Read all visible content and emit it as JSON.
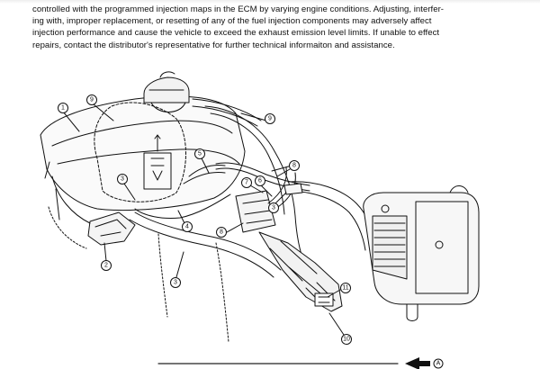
{
  "intro": {
    "lines": [
      "controlled with the programmed injection maps in the ECM by varying engine conditions. Adjusting, interfer-",
      "ing with, improper replacement, or resetting of any of the fuel injection components may adversely affect",
      "injection performance and cause the vehicle to exceed the exhaust emission level limits. If unable to effect",
      "repairs, contact the distributor's representative for further technical informaiton and assistance."
    ]
  },
  "diagram": {
    "callouts": [
      "1",
      "2",
      "3",
      "3",
      "3",
      "4",
      "5",
      "6",
      "7",
      "8",
      "8",
      "9",
      "9",
      "10",
      "11"
    ],
    "direction_ref": "A"
  }
}
